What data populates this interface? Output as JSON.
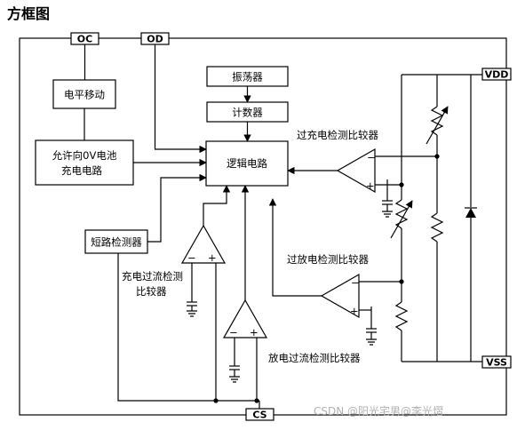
{
  "title": "方框图",
  "pins": {
    "oc": "OC",
    "od": "OD",
    "vdd": "VDD",
    "vss": "VSS",
    "cs": "CS"
  },
  "blocks": {
    "oscillator": "振荡器",
    "counter": "计数器",
    "logic": "逻辑电路",
    "level_shift": "电平移动",
    "allow_0v_line1": "允许向0V电池",
    "allow_0v_line2": "充电电路",
    "short_detect": "短路检测器"
  },
  "comparators": {
    "overcharge": "过充电检测比较器",
    "overdischarge": "过放电检测比较器",
    "charge_overcurrent_line1": "充电过流检测",
    "charge_overcurrent_line2": "比较器",
    "discharge_overcurrent": "放电过流检测比较器"
  },
  "op_signs": {
    "minus": "−",
    "plus": "+"
  },
  "watermark": "CSDN @阳光宅男@李光熠"
}
